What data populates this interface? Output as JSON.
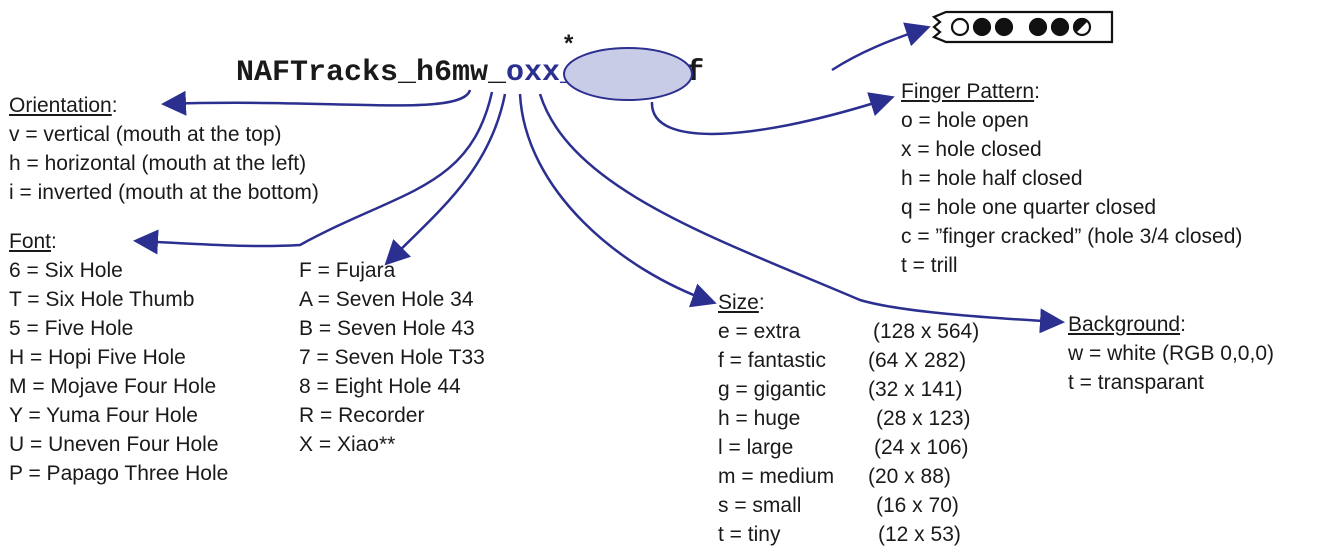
{
  "filename": {
    "prefix": "NAFTracks_h6mw_",
    "code": "oxx_xxh",
    "suffix": ".gif",
    "asterisk": "*"
  },
  "finger_icon": {
    "holes": [
      "open",
      "closed",
      "closed",
      "closed",
      "closed",
      "half"
    ]
  },
  "orientation": {
    "heading": "Orientation",
    "items": [
      "v = vertical (mouth at the top)",
      "h = horizontal (mouth at the left)",
      "i = inverted (mouth at the bottom)"
    ]
  },
  "font": {
    "heading": "Font",
    "col1": [
      "6 = Six Hole",
      "T = Six Hole Thumb",
      "5 = Five Hole",
      "H = Hopi Five Hole",
      "M = Mojave Four Hole",
      "Y = Yuma Four Hole",
      "U = Uneven Four Hole",
      "P = Papago Three Hole"
    ],
    "col2": [
      "F = Fujara",
      "A = Seven Hole 34",
      "B = Seven Hole 43",
      "7 = Seven Hole T33",
      "8 = Eight Hole 44",
      "R = Recorder",
      "X = Xiao**"
    ]
  },
  "size": {
    "heading": "Size",
    "names": [
      "e = extra",
      "f = fantastic",
      "g = gigantic",
      "h = huge",
      "l = large",
      "m = medium",
      "s = small",
      "t = tiny"
    ],
    "dims": [
      "(128 x 564)",
      "(64 X 282)",
      "(32 x 141)",
      "(28 x 123)",
      "(24 x 106)",
      "(20 x 88)",
      "(16 x 70)",
      "(12 x 53)"
    ]
  },
  "finger_pattern": {
    "heading": "Finger Pattern",
    "items": [
      "o = hole open",
      "x = hole closed",
      "h = hole half closed",
      "q = hole one quarter closed",
      "c = ”finger cracked” (hole 3/4 closed)",
      "t = trill"
    ]
  },
  "background": {
    "heading": "Background",
    "items": [
      "w = white (RGB 0,0,0)",
      "t = transparant"
    ]
  },
  "colors": {
    "arrow": "#2b2f8f",
    "ellipse_fill": "#c9cce6",
    "ellipse_stroke": "#2b2f8f",
    "text": "#1a1a1a"
  }
}
